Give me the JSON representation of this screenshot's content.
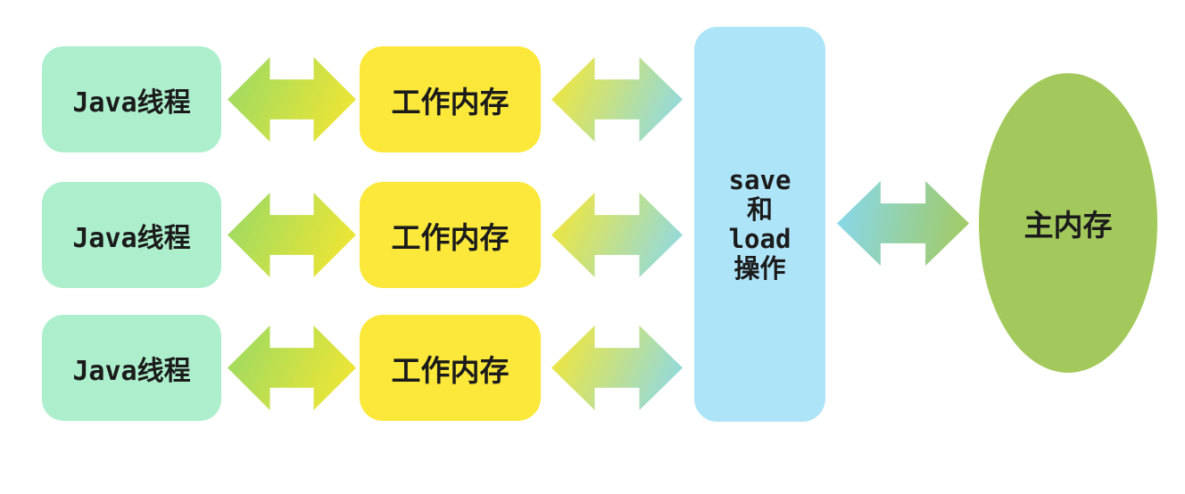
{
  "diagram": {
    "description": "Java memory model: threads, working memory, save/load operations, main memory",
    "rows": [
      {
        "thread_label": "Java线程",
        "working_memory_label": "工作内存"
      },
      {
        "thread_label": "Java线程",
        "working_memory_label": "工作内存"
      },
      {
        "thread_label": "Java线程",
        "working_memory_label": "工作内存"
      }
    ],
    "save_load": {
      "line1": "save",
      "line2": "和",
      "line3": "load",
      "line4": "操作"
    },
    "main_memory_label": "主内存",
    "colors": {
      "thread_box": "#ADEFCD",
      "working_memory_box": "#FBE83A",
      "save_load_box": "#AEE4F8",
      "main_memory_ellipse": "#A3C95D",
      "arrow_green": "#97D966",
      "arrow_yellow": "#F8E72F",
      "arrow_blue": "#87D8F0",
      "text": "#1B1B1B",
      "background": "#FFFFFF"
    }
  }
}
